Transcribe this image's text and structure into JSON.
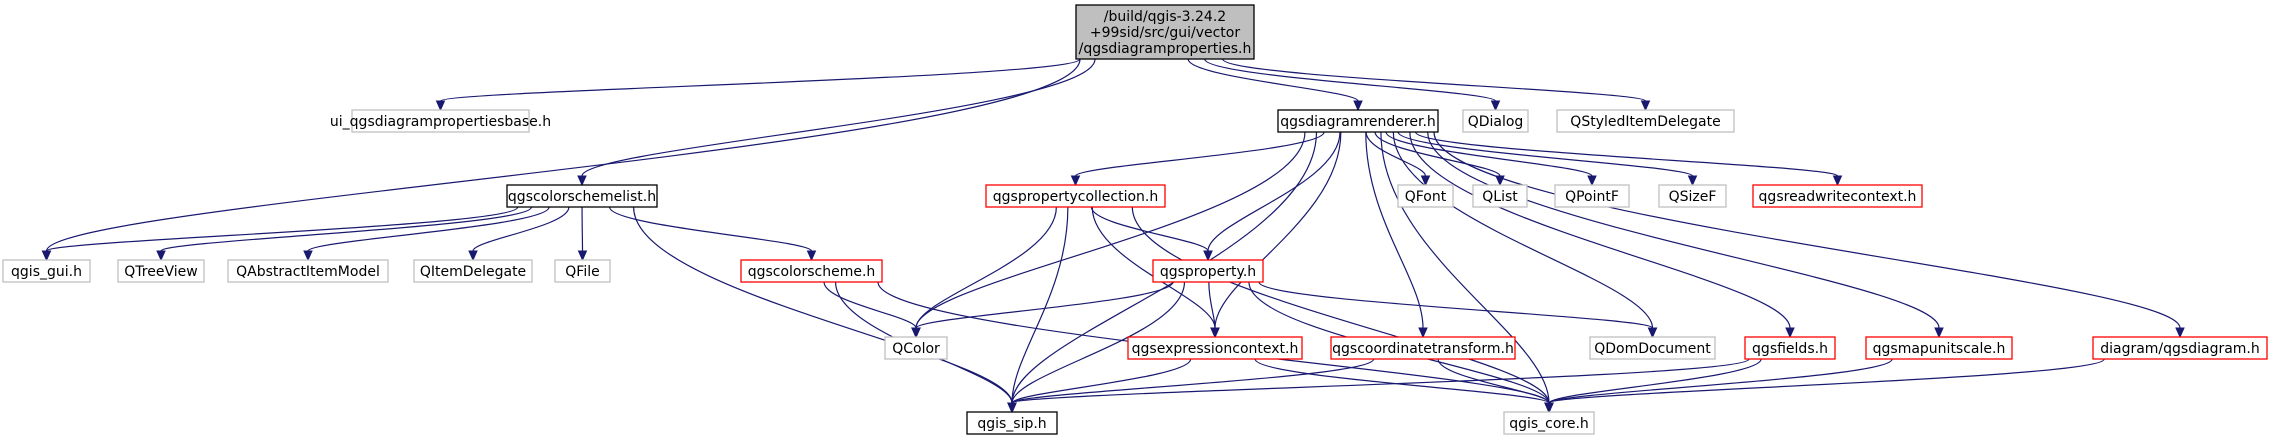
{
  "graph": {
    "colors": {
      "edge": "#191970",
      "root_fill": "#bfbfbf",
      "node_fill": "#ffffff",
      "border_black": "#000000",
      "border_red": "#ff0000",
      "border_grey": "#bfbfbf"
    },
    "nodes": [
      {
        "id": "root",
        "lines": [
          "/build/qgis-3.24.2",
          "+99sid/src/gui/vector",
          "/qgsdiagramproperties.h"
        ],
        "border": "black",
        "fill": "root"
      },
      {
        "id": "ui_base",
        "lines": [
          "ui_qgsdiagrampropertiesbase.h"
        ],
        "border": "grey"
      },
      {
        "id": "renderer",
        "lines": [
          "qgsdiagramrenderer.h"
        ],
        "border": "black"
      },
      {
        "id": "qdialog",
        "lines": [
          "QDialog"
        ],
        "border": "grey"
      },
      {
        "id": "qstyled",
        "lines": [
          "QStyledItemDelegate"
        ],
        "border": "grey"
      },
      {
        "id": "colorlist",
        "lines": [
          "qgscolorschemelist.h"
        ],
        "border": "black"
      },
      {
        "id": "propcoll",
        "lines": [
          "qgspropertycollection.h"
        ],
        "border": "red"
      },
      {
        "id": "qfont",
        "lines": [
          "QFont"
        ],
        "border": "grey"
      },
      {
        "id": "qlist",
        "lines": [
          "QList"
        ],
        "border": "grey"
      },
      {
        "id": "qpointf",
        "lines": [
          "QPointF"
        ],
        "border": "grey"
      },
      {
        "id": "qsizef",
        "lines": [
          "QSizeF"
        ],
        "border": "grey"
      },
      {
        "id": "rwcontext",
        "lines": [
          "qgsreadwritecontext.h"
        ],
        "border": "red"
      },
      {
        "id": "gui_h",
        "lines": [
          "qgis_gui.h"
        ],
        "border": "grey"
      },
      {
        "id": "qtreeview",
        "lines": [
          "QTreeView"
        ],
        "border": "grey"
      },
      {
        "id": "qaim",
        "lines": [
          "QAbstractItemModel"
        ],
        "border": "grey"
      },
      {
        "id": "qitemdel",
        "lines": [
          "QItemDelegate"
        ],
        "border": "grey"
      },
      {
        "id": "qfile",
        "lines": [
          "QFile"
        ],
        "border": "grey"
      },
      {
        "id": "colorscheme",
        "lines": [
          "qgscolorscheme.h"
        ],
        "border": "red"
      },
      {
        "id": "property",
        "lines": [
          "qgsproperty.h"
        ],
        "border": "red"
      },
      {
        "id": "qcolor",
        "lines": [
          "QColor"
        ],
        "border": "grey"
      },
      {
        "id": "exprctx",
        "lines": [
          "qgsexpressioncontext.h"
        ],
        "border": "red"
      },
      {
        "id": "coordtr",
        "lines": [
          "qgscoordinatetransform.h"
        ],
        "border": "red"
      },
      {
        "id": "qdom",
        "lines": [
          "QDomDocument"
        ],
        "border": "grey"
      },
      {
        "id": "fields",
        "lines": [
          "qgsfields.h"
        ],
        "border": "red"
      },
      {
        "id": "mapunit",
        "lines": [
          "qgsmapunitscale.h"
        ],
        "border": "red"
      },
      {
        "id": "diagram",
        "lines": [
          "diagram/qgsdiagram.h"
        ],
        "border": "red"
      },
      {
        "id": "sip",
        "lines": [
          "qgis_sip.h"
        ],
        "border": "black"
      },
      {
        "id": "core",
        "lines": [
          "qgis_core.h"
        ],
        "border": "grey"
      }
    ],
    "edges": [
      [
        "root",
        "ui_base"
      ],
      [
        "root",
        "renderer"
      ],
      [
        "root",
        "qdialog"
      ],
      [
        "root",
        "qstyled"
      ],
      [
        "root",
        "colorlist"
      ],
      [
        "root",
        "gui_h"
      ],
      [
        "renderer",
        "propcoll"
      ],
      [
        "renderer",
        "qfont"
      ],
      [
        "renderer",
        "qlist"
      ],
      [
        "renderer",
        "qpointf"
      ],
      [
        "renderer",
        "qsizef"
      ],
      [
        "renderer",
        "rwcontext"
      ],
      [
        "renderer",
        "qcolor"
      ],
      [
        "renderer",
        "sip"
      ],
      [
        "renderer",
        "property"
      ],
      [
        "renderer",
        "exprctx"
      ],
      [
        "renderer",
        "coordtr"
      ],
      [
        "renderer",
        "qdom"
      ],
      [
        "renderer",
        "fields"
      ],
      [
        "renderer",
        "mapunit"
      ],
      [
        "renderer",
        "diagram"
      ],
      [
        "renderer",
        "core"
      ],
      [
        "colorlist",
        "gui_h"
      ],
      [
        "colorlist",
        "qtreeview"
      ],
      [
        "colorlist",
        "qaim"
      ],
      [
        "colorlist",
        "qitemdel"
      ],
      [
        "colorlist",
        "qfile"
      ],
      [
        "colorlist",
        "colorscheme"
      ],
      [
        "colorlist",
        "sip"
      ],
      [
        "propcoll",
        "qcolor"
      ],
      [
        "propcoll",
        "property"
      ],
      [
        "propcoll",
        "exprctx"
      ],
      [
        "propcoll",
        "sip"
      ],
      [
        "propcoll",
        "core"
      ],
      [
        "colorscheme",
        "qcolor"
      ],
      [
        "colorscheme",
        "sip"
      ],
      [
        "colorscheme",
        "core"
      ],
      [
        "property",
        "qcolor"
      ],
      [
        "property",
        "exprctx"
      ],
      [
        "property",
        "sip"
      ],
      [
        "property",
        "qdom"
      ],
      [
        "property",
        "core"
      ],
      [
        "exprctx",
        "sip"
      ],
      [
        "exprctx",
        "core"
      ],
      [
        "coordtr",
        "sip"
      ],
      [
        "coordtr",
        "core"
      ],
      [
        "fields",
        "sip"
      ],
      [
        "fields",
        "core"
      ],
      [
        "mapunit",
        "core"
      ],
      [
        "diagram",
        "core"
      ]
    ]
  }
}
